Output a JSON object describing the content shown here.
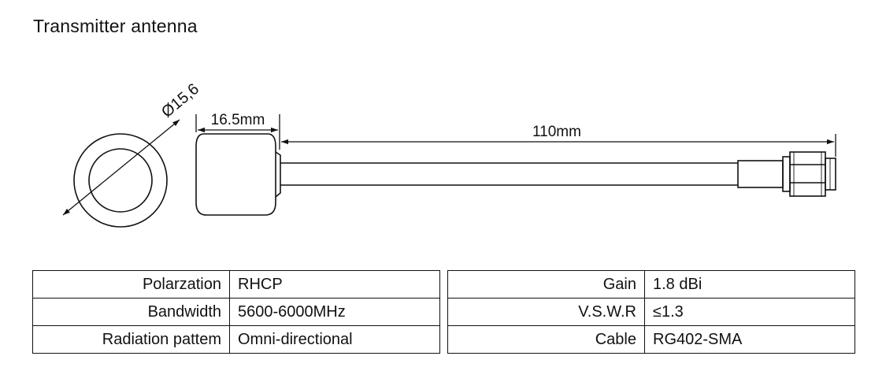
{
  "title": "Transmitter antenna",
  "dimensions": {
    "diameter": "Ø15,6",
    "cap_length": "16.5mm",
    "cable_length": "110mm"
  },
  "specs_left": [
    {
      "label": "Polarzation",
      "value": "RHCP"
    },
    {
      "label": "Bandwidth",
      "value": "5600-6000MHz"
    },
    {
      "label": "Radiation pattem",
      "value": "Omni-directional"
    }
  ],
  "specs_right": [
    {
      "label": "Gain",
      "value": "1.8 dBi"
    },
    {
      "label": "V.S.W.R",
      "value": "≤1.3"
    },
    {
      "label": "Cable",
      "value": "RG402-SMA"
    }
  ]
}
